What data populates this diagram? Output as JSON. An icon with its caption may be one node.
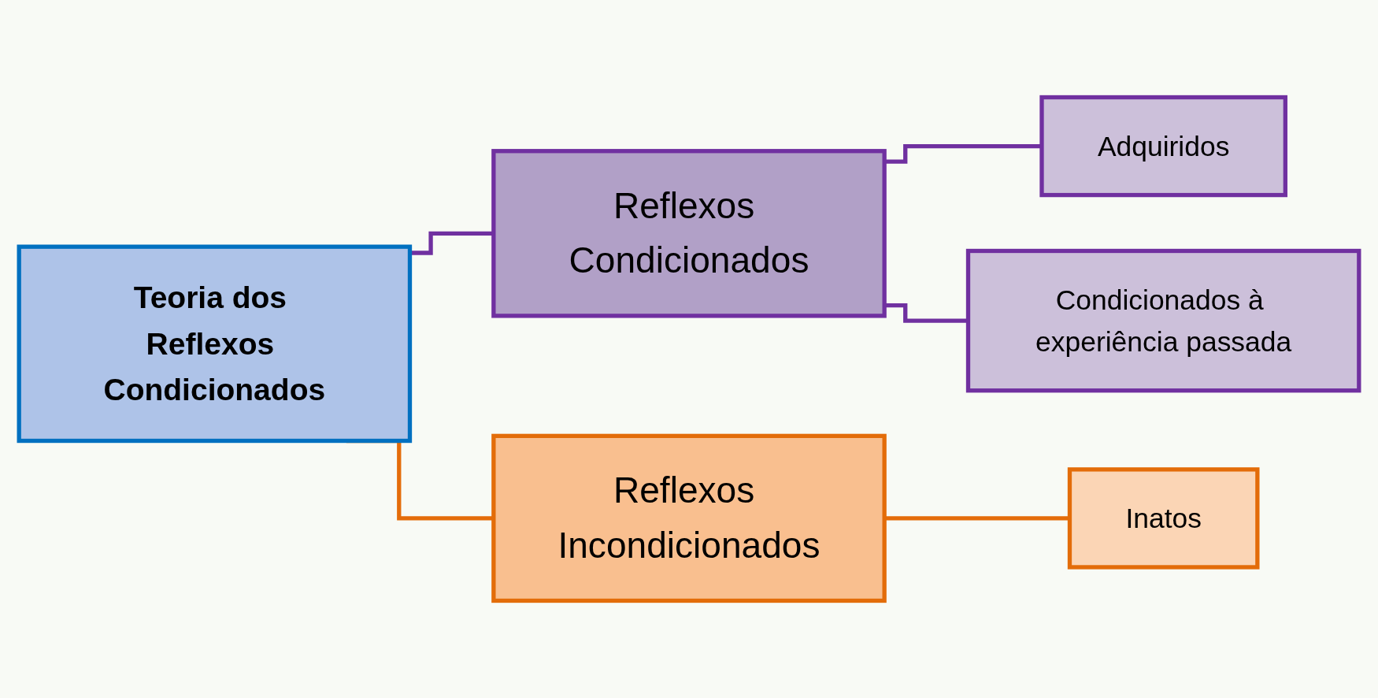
{
  "diagram": {
    "nodes": [
      {
        "text": [
          "Teoria dos Reflexos Condicionados"
        ]
      },
      {
        "text": [
          "Reflexos Condicionados"
        ]
      },
      {
        "text": [
          "Adquiridos"
        ]
      },
      {
        "text": [
          "Condicionados à experiência passada"
        ]
      },
      {
        "text": [
          "Reflexos Incondicionados"
        ]
      },
      {
        "text": [
          "Inatos"
        ]
      }
    ],
    "edges": [
      {
        "from": 0,
        "to": 1,
        "arrow": "none"
      },
      {
        "from": 0,
        "to": 4,
        "arrow": "none",
        "color": "#e46c0a"
      },
      {
        "from": 1,
        "to": 2,
        "arrow": "none"
      },
      {
        "from": 1,
        "to": 3,
        "arrow": "none"
      },
      {
        "from": 4,
        "to": 5,
        "arrow": "none",
        "color": "#e46c0a"
      }
    ]
  }
}
